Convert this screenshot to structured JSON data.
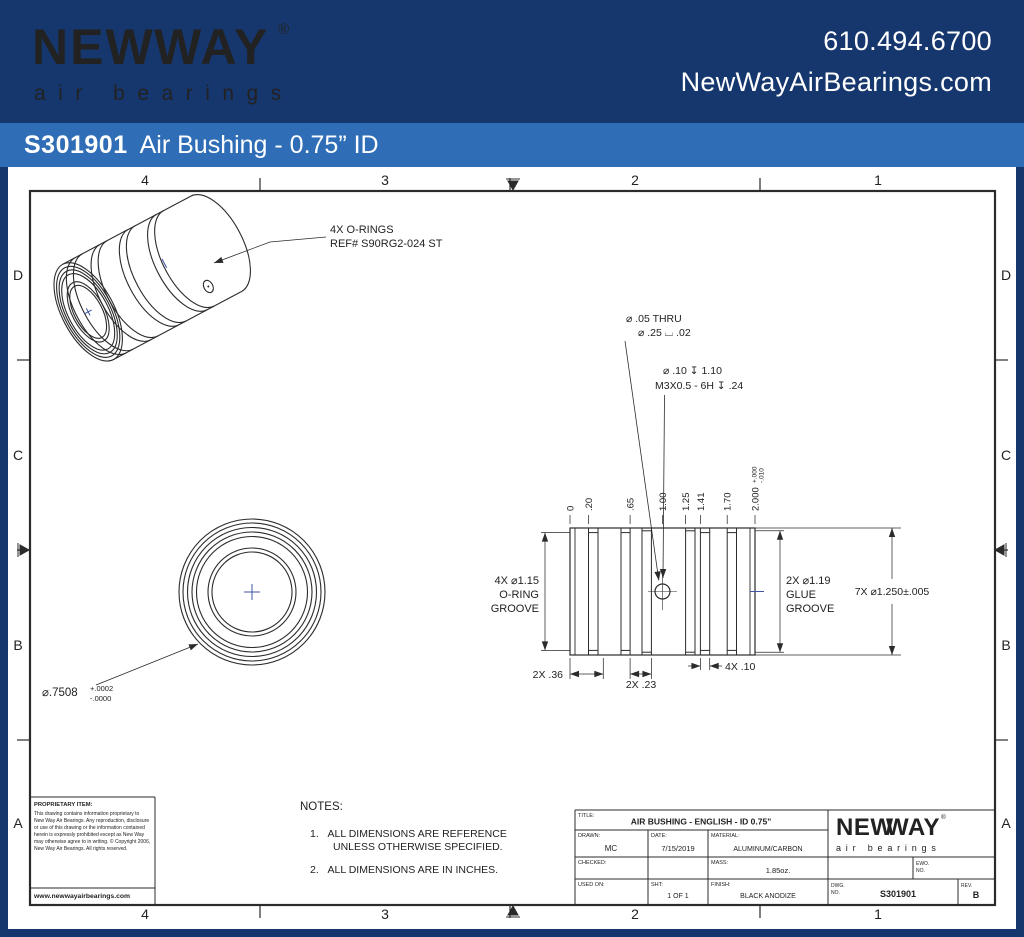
{
  "brand": {
    "new": "NEW",
    "way": "WAY",
    "reg": "®",
    "tagline": "air bearings"
  },
  "header": {
    "phone": "610.494.6700",
    "website": "NewWayAirBearings.com"
  },
  "title_band": {
    "part_number": "S301901",
    "title": "Air Bushing - 0.75” ID"
  },
  "zones": {
    "top": [
      "4",
      "3",
      "2",
      "1"
    ],
    "bottom": [
      "4",
      "3",
      "2",
      "1"
    ],
    "left": [
      "D",
      "C",
      "B",
      "A"
    ],
    "right": [
      "D",
      "C",
      "B",
      "A"
    ]
  },
  "callouts": {
    "orings": {
      "line1": "4X O-RINGS",
      "line2": "REF# S90RG2-024 ST"
    },
    "thru_hole": {
      "line1": "⌀ .05 THRU",
      "line2": "⌀ .25 ⌴ .02"
    },
    "tapped_hole": {
      "line1": "⌀ .10 ↧ 1.10",
      "line2": "M3X0.5 - 6H ↧ .24"
    },
    "bore": {
      "dia": "⌀.7508",
      "tol_plus": "+.0002",
      "tol_minus": "-.0000"
    },
    "oring_groove": {
      "line1": "4X ⌀1.15",
      "line2": "O-RING",
      "line3": "GROOVE"
    },
    "glue_groove": {
      "line1": "2X ⌀1.19",
      "line2": "GLUE",
      "line3": "GROOVE"
    },
    "outer_dia": "7X ⌀1.250±.005",
    "dim_36": "2X .36",
    "dim_23": "2X .23",
    "dim_10": "4X .10"
  },
  "ordinates": [
    "0",
    ".20",
    ".65",
    "1.00",
    "1.25",
    "1.41",
    "1.70"
  ],
  "length_dim": {
    "main": "2.000",
    "tol_plus": "+.000",
    "tol_minus": "-.010"
  },
  "notes": {
    "heading": "NOTES:",
    "note1_line1": "1.   ALL DIMENSIONS ARE REFERENCE",
    "note1_line2": "UNLESS OTHERWISE SPECIFIED.",
    "note2": "2.   ALL DIMENSIONS ARE IN INCHES."
  },
  "proprietary": {
    "heading": "PROPRIETARY ITEM:",
    "lines": [
      "This drawing contains information proprietary to",
      "New Way Air Bearings. Any reproduction, disclosure",
      "or use of this drawing or the information contained",
      "herein is expressly prohibited except as New Way",
      "may otherwise agree to in writing. © Copyright 2006,",
      "New Way Air Bearings. All rights reserved."
    ],
    "website": "www.newwayairbearings.com"
  },
  "title_block": {
    "title_label": "TITLE:",
    "title": "AIR BUSHING - ENGLISH - ID 0.75\"",
    "drawn_label": "DRAWN:",
    "drawn": "MC",
    "date_label": "DATE:",
    "date": "7/15/2019",
    "material_label": "MATERIAL:",
    "material": "ALUMINUM/CARBON",
    "checked_label": "CHECKED:",
    "mass_label": "MASS:",
    "mass": "1.85oz.",
    "ewo_label1": "EWO.",
    "ewo_label2": "NO.",
    "used_on_label": "USED ON:",
    "sht_label": "SHT:",
    "sht": "1 OF 1",
    "finish_label": "FINISH:",
    "finish": "BLACK ANODIZE",
    "dwg_label1": "DWG.",
    "dwg_label2": "NO.",
    "dwg": "S301901",
    "rev_label": "REV.",
    "rev": "B"
  }
}
